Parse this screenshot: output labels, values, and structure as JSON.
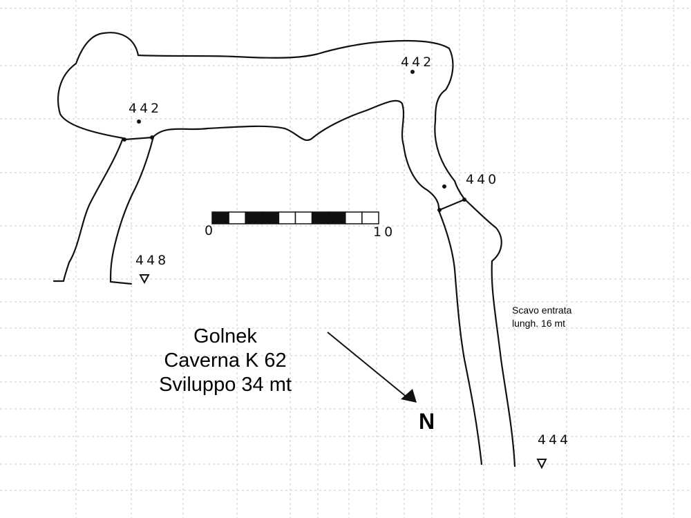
{
  "map": {
    "title_lines": [
      "Golnek",
      "Caverna K 62",
      "Sviluppo 34 mt"
    ],
    "note_lines": [
      "Scavo entrata",
      "lungh. 16 mt"
    ],
    "north_label": "N",
    "scale_bar": {
      "start_label": "0",
      "end_label": "10",
      "segments": 10
    },
    "elevation_points": [
      {
        "label": "442"
      },
      {
        "label": "442"
      },
      {
        "label": "440"
      },
      {
        "label": "448"
      },
      {
        "label": "444"
      }
    ],
    "line_color": "#111111",
    "grid_color": "#c9c9c9"
  }
}
